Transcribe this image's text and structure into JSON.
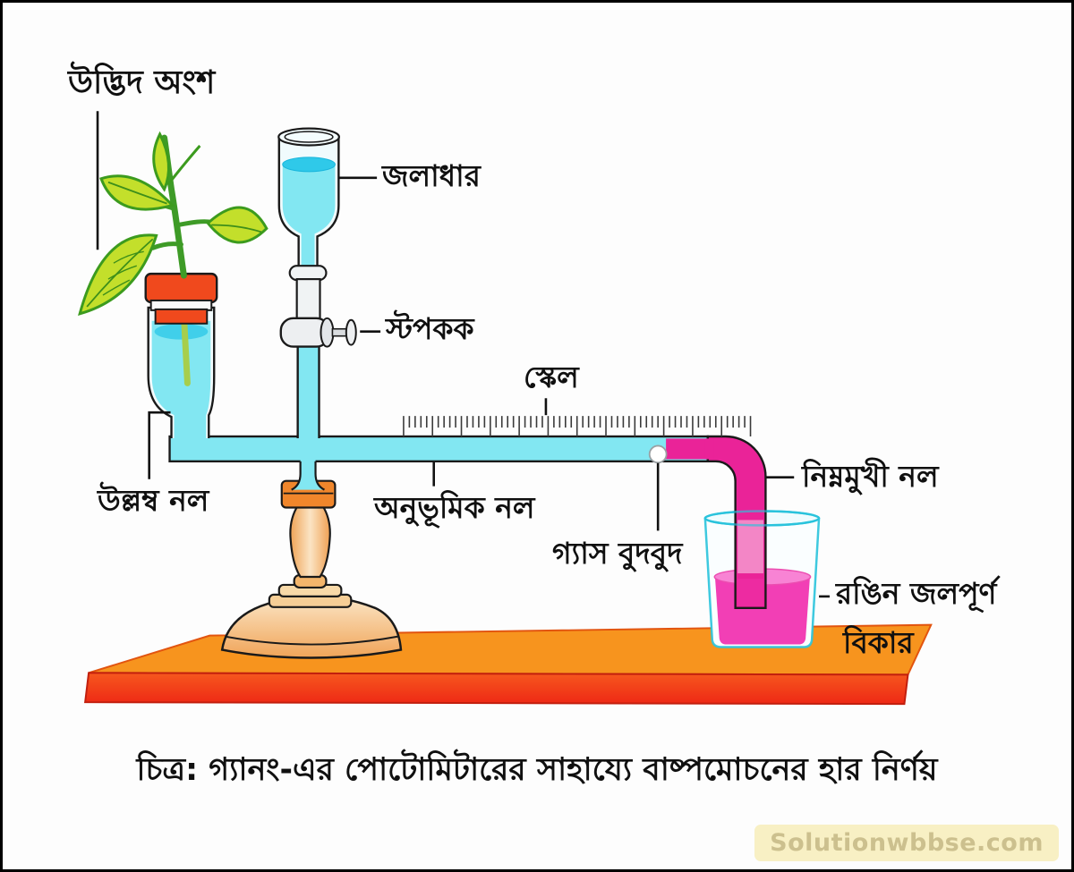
{
  "diagram": {
    "labels": {
      "plant_part": "উদ্ভিদ অংশ",
      "reservoir": "জলাধার",
      "stopcock": "স্টপকক",
      "scale": "স্কেল",
      "vertical_tube": "উল্লম্ব নল",
      "horizontal_tube": "অনুভূমিক নল",
      "gas_bubble": "গ্যাস বুদবুদ",
      "downward_tube": "নিম্নমুখী নল",
      "beaker_line1": "রঙিন জলপূর্ণ",
      "beaker_line2": "বিকার"
    },
    "caption": "চিত্র: গ্যানং-এর পোটোমিটারের সাহায্যে বাষ্পমোচনের হার নির্ণয়",
    "watermark": "Solutionwbbse.com",
    "colors": {
      "water_cyan": "#82E7F2",
      "colored_magenta": "#EA2398",
      "magenta_liquid": "#F23FB5",
      "table_orange": "#F7941E",
      "cork_red": "#F0491D",
      "leaf_green": "#C3DF2B",
      "leaf_outline": "#3C9B1E",
      "beaker_teal": "#29C3DC",
      "stand_tan": "#F3B56B"
    }
  }
}
